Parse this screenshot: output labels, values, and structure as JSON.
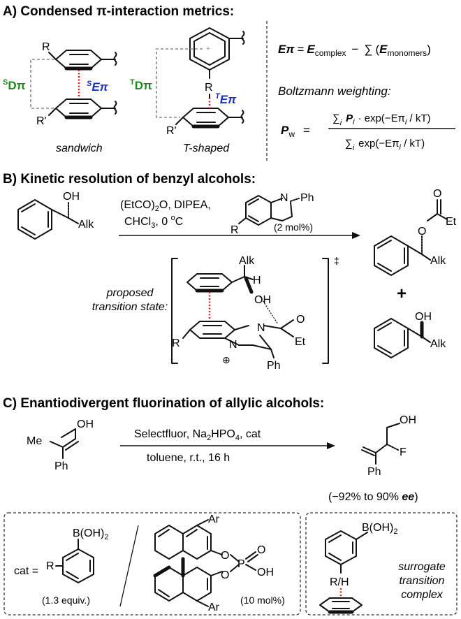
{
  "sectionA": {
    "heading_prefix": "A) Condensed ",
    "heading_pi": "π",
    "heading_suffix": "-interaction metrics:",
    "sandwich_caption": "sandwich",
    "tshaped_caption": "T-shaped",
    "SDpi": {
      "sup": "S",
      "main": "Dπ"
    },
    "SEpi": {
      "sup": "S",
      "main": "Eπ"
    },
    "TDpi": {
      "sup": "T",
      "main": "Dπ"
    },
    "TEpi": {
      "sup": "T",
      "main": "Eπ"
    },
    "R": "R",
    "Rprime": "R'",
    "equation": {
      "lhs": "Eπ",
      "eq": "=",
      "Ecomplex": "E",
      "complex_sub": "complex",
      "minus": "−",
      "sum": "∑",
      "Emonomers": "E",
      "monomers_sub": "monomers"
    },
    "boltzmann_label": "Boltzmann weighting:",
    "pw": {
      "P": "P",
      "sub": "w",
      "eq": "=",
      "numerator_tail": "exp(−Eπ",
      "kT": " / kT)",
      "i": "i",
      "Pi": "P",
      "dot": "·"
    }
  },
  "sectionB": {
    "heading": "B) Kinetic resolution of benzyl alcohols:",
    "OH": "OH",
    "Alk": "Alk",
    "reagents1": "(EtCO)",
    "reagents1_tail": "O, DIPEA,",
    "reagents2": "CHCl",
    "reagents2_tail": ", 0 ",
    "degree": "o",
    "celsius": "C",
    "catalyst_loading": "(2 mol%)",
    "Ph": "Ph",
    "N": "N",
    "R": "R",
    "O": "O",
    "Et": "Et",
    "H": "H",
    "plus": "+",
    "ts_label1": "proposed",
    "ts_label2": "transition state:",
    "dagger": "‡",
    "oplus": "⊕"
  },
  "sectionC": {
    "heading": "C) Enantiodivergent fluorination of allylic alcohols:",
    "OH": "OH",
    "Me": "Me",
    "Ph": "Ph",
    "F": "F",
    "conditions1": "Selectfluor, Na",
    "conditions1_sub": "2",
    "conditions1_mid": "HPO",
    "conditions1_sub2": "4",
    "conditions1_tail": ", cat",
    "conditions2": "toluene, r.t., 16 h",
    "ee_prefix": "(−92% to 90% ",
    "ee_bold": "ee",
    "ee_suffix": ")",
    "cat_eq": "cat =",
    "R": "R",
    "BOH2": "B(OH)",
    "BOH2_sub": "2",
    "equiv": "(1.3 equiv.)",
    "Ar": "Ar",
    "O": "O",
    "P": "P",
    "OH_p": "OH",
    "mol10": "(10 mol%)",
    "RH": "R/H",
    "surrogate": [
      "surrogate",
      "transition",
      "complex"
    ]
  }
}
